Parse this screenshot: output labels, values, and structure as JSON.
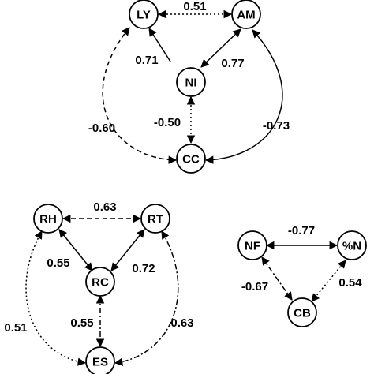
{
  "nodes": {
    "LY": "LY",
    "AM": "AM",
    "NI": "NI",
    "CC": "CC",
    "RH": "RH",
    "RT": "RT",
    "RC": "RC",
    "ES": "ES",
    "NF": "NF",
    "PN": "%N",
    "CB": "CB"
  },
  "edges": {
    "LY_AM": "0.51",
    "NI_LY": "0.71",
    "NI_AM": "0.77",
    "NI_CC": "-0.50",
    "LY_CC": "-0.60",
    "AM_CC": "-0.73",
    "RH_RT": "0.63",
    "RH_RC": "0.55",
    "RT_RC": "0.72",
    "RC_ES": "0.55",
    "RH_ES": "0.51",
    "RT_ES": "0.63",
    "NF_PN": "-0.77",
    "NF_CB": "-0.67",
    "PN_CB": "0.54"
  }
}
